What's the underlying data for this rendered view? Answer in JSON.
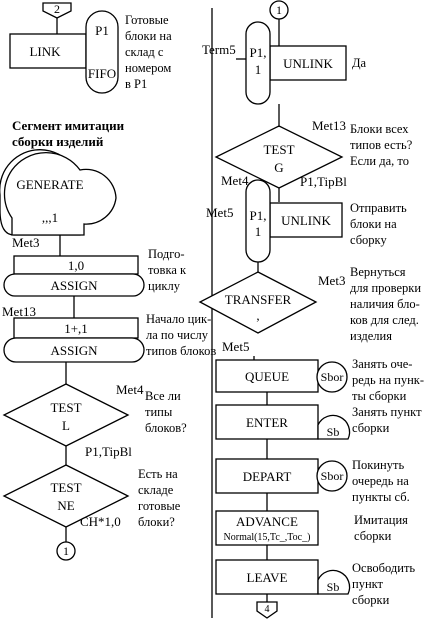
{
  "left": {
    "connector_top": "2",
    "link_label": "LINK",
    "link_p1": "P1",
    "link_fifo": "FIFO",
    "link_comment": [
      "Готовые",
      "блоки на",
      "склад с",
      "номером",
      "в P1"
    ],
    "segment_title": [
      "Сегмент имитации",
      "сборки изделий"
    ],
    "generate_label": "GENERATE",
    "generate_param": ",,,1",
    "met3": "Met3",
    "assign1_param": "1,0",
    "assign1_label": "ASSIGN",
    "assign1_comment": [
      "Подго-",
      "товка к",
      "циклу"
    ],
    "met13": "Met13",
    "assign2_param": "1+,1",
    "assign2_label": "ASSIGN",
    "assign2_comment": [
      "Начало цик-",
      "ла по числу",
      "типов блоков"
    ],
    "met4": "Met4",
    "test_l_label": "TEST",
    "test_l_op": "L",
    "test_l_comment": [
      "Все ли",
      "типы",
      "блоков?"
    ],
    "test_l_branch": "P1,TipBl",
    "test_ne_label": "TEST",
    "test_ne_op": "NE",
    "test_ne_comment": [
      "Есть на",
      "складе",
      "готовые",
      "блоки?"
    ],
    "test_ne_branch": "CH*1,0",
    "connector_bottom": "1"
  },
  "right": {
    "connector_top": "1",
    "term5": "Term5",
    "p1_label": "P1,",
    "p1_param": "1",
    "unlink1": "UNLINK",
    "unlink1_comment": "Да",
    "met13": "Met13",
    "test_g_label": "TEST",
    "test_g_op": "G",
    "test_g_comment": [
      "Блоки всех",
      "типов есть?",
      "Если да, то"
    ],
    "test_g_branch": "P1,TipBl",
    "met4": "Met4",
    "met5a": "Met5",
    "p1b_label": "P1,",
    "p1b_param": "1",
    "unlink2": "UNLINK",
    "unlink2_comment": [
      "Отправить",
      "блоки на",
      "сборку"
    ],
    "met3": "Met3",
    "transfer_label": "TRANSFER",
    "transfer_param": ",",
    "transfer_comment": [
      "Вернуться",
      "для проверки",
      "наличия бло-",
      "ков для след.",
      "изделия"
    ],
    "met5b": "Met5",
    "queue": "QUEUE",
    "queue_tag": "Sbor",
    "queue_comment": [
      "Занять оче-",
      "редь на пунк-",
      "ты сборки"
    ],
    "enter": "ENTER",
    "enter_tag": "Sb",
    "enter_comment": [
      "Занять пункт",
      "сборки"
    ],
    "depart": "DEPART",
    "depart_tag": "Sbor",
    "depart_comment": [
      "Покинуть",
      "очередь на",
      "пункты сб."
    ],
    "advance": "ADVANCE",
    "advance_param": "Normal(15,Tc_,Toc_)",
    "advance_comment": [
      "Имитация",
      "сборки"
    ],
    "leave": "LEAVE",
    "leave_tag": "Sb",
    "leave_comment": [
      "Освободить",
      "пункт",
      "сборки"
    ],
    "connector_bottom": "4"
  }
}
